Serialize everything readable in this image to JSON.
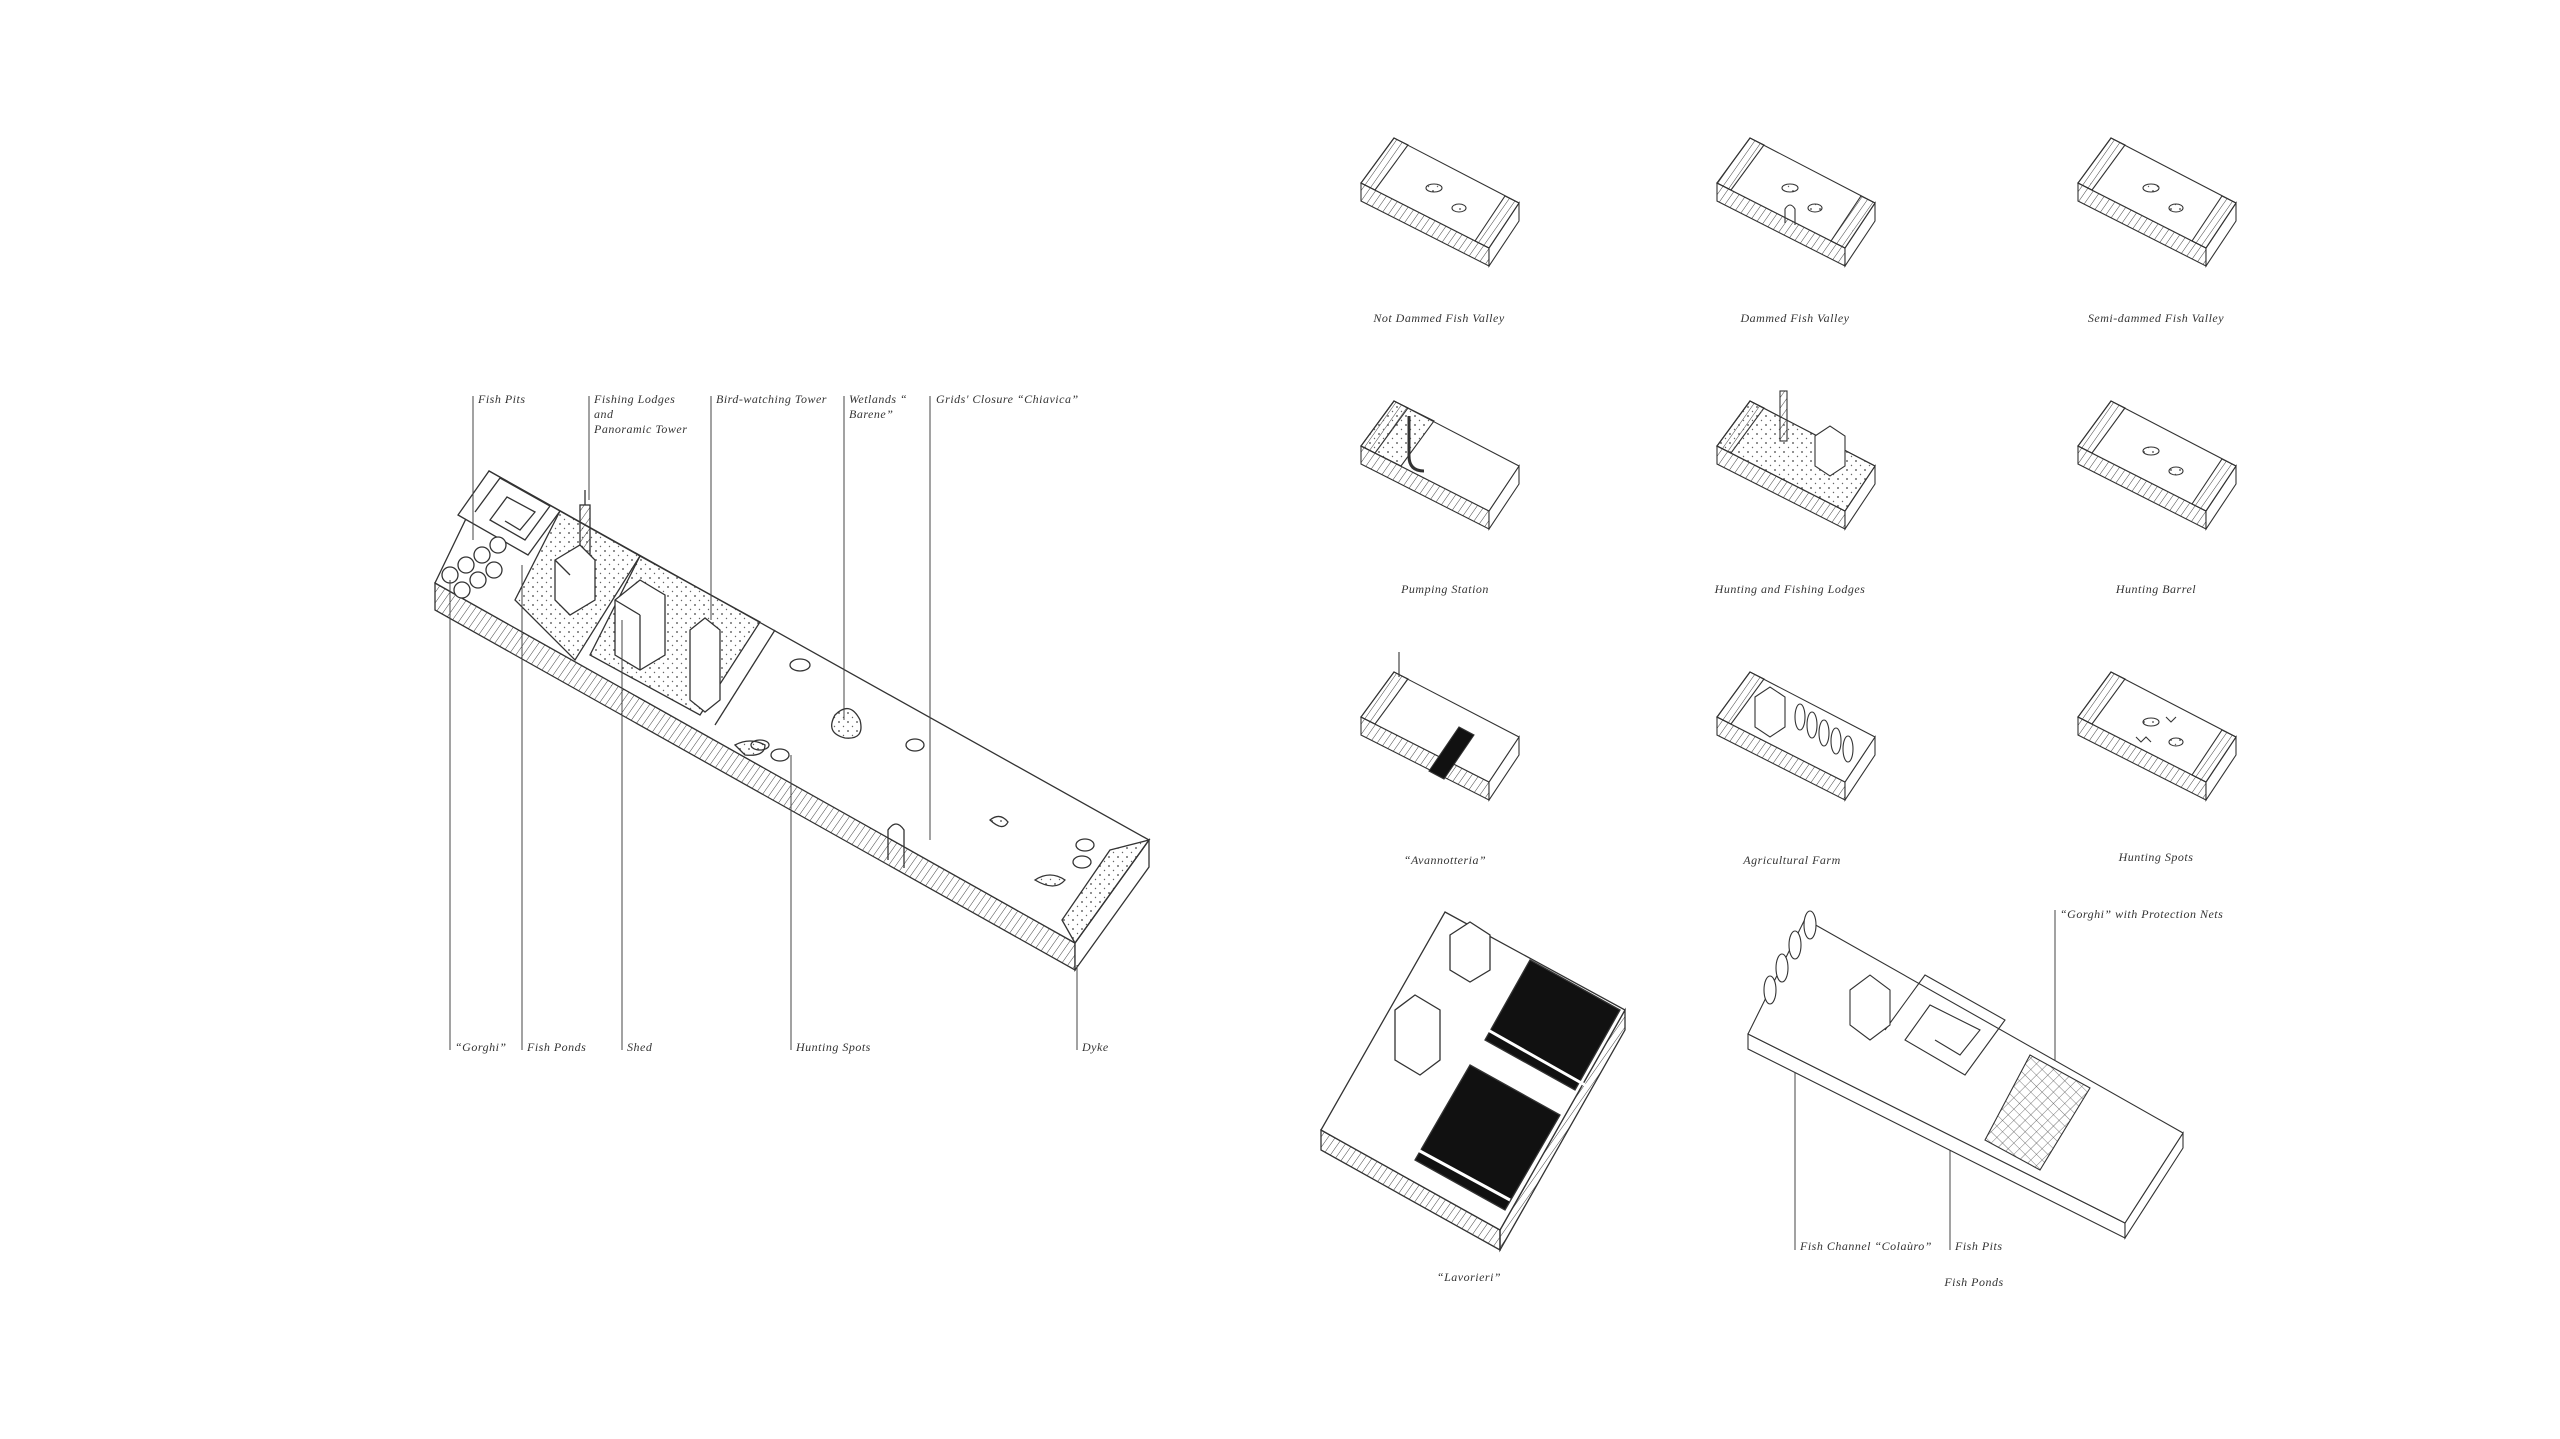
{
  "main_diagram": {
    "top_labels": [
      {
        "text": "Fish Pits"
      },
      {
        "text": "Fishing Lodges\nand\nPanoramic Tower"
      },
      {
        "text": "Bird-watching Tower"
      },
      {
        "text": "Wetlands “\nBarene”"
      },
      {
        "text": "Grids' Closure “Chiavica”"
      }
    ],
    "bottom_labels": [
      {
        "text": "“Gorghi”"
      },
      {
        "text": "Fish Ponds"
      },
      {
        "text": "Shed"
      },
      {
        "text": "Hunting Spots"
      },
      {
        "text": "Dyke"
      }
    ]
  },
  "thumbnails": [
    {
      "caption": "Not Dammed Fish Valley",
      "variant": "plain"
    },
    {
      "caption": "Dammed Fish Valley",
      "variant": "dam"
    },
    {
      "caption": "Semi-dammed Fish Valley",
      "variant": "plain"
    },
    {
      "caption": "Pumping Station",
      "variant": "pump"
    },
    {
      "caption": "Hunting and Fishing Lodges",
      "variant": "lodges"
    },
    {
      "caption": "Hunting Barrel",
      "variant": "plain"
    },
    {
      "caption": "“Avannotteria”",
      "variant": "hatchery"
    },
    {
      "caption": "Agricultural Farm",
      "variant": "farm"
    },
    {
      "caption": "Hunting Spots",
      "variant": "spots"
    }
  ],
  "large_details": {
    "lavorieri": {
      "caption": "“Lavorieri”"
    },
    "fish_ponds": {
      "caption": "Fish Ponds",
      "labels": {
        "fish_channel": "Fish Channel “Colaùro”",
        "fish_pits": "Fish Pits",
        "gorghi_nets": "“Gorghi” with Protection Nets"
      }
    }
  },
  "colors": {
    "line": "#333333",
    "fill": "#ffffff",
    "dark": "#111111"
  }
}
